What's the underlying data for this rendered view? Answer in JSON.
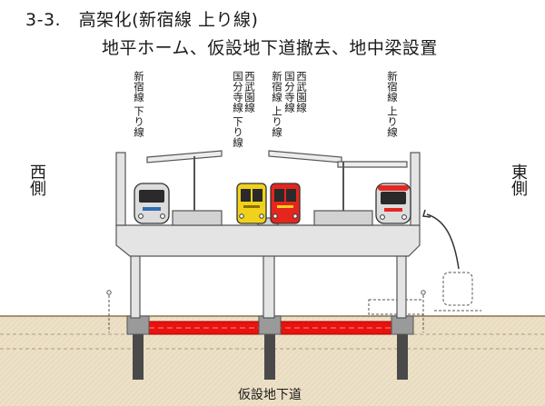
{
  "title": {
    "line1": "3-3.　高架化(新宿線 上り線)",
    "line2": "地平ホーム、仮設地下道撤去、地中梁設置"
  },
  "side_labels": {
    "west": "西側",
    "east": "東側"
  },
  "track_labels": {
    "shinjuku_down": "新宿線 下り線",
    "kokubunji_down": "国分寺線 下り線",
    "seibuen_down": "西武園線",
    "shinjuku_up": "新宿線 上り線",
    "kokubunji_up": "国分寺線",
    "seibuen_up": "西武園線",
    "shinjuku_up_east": "新宿線 上り線"
  },
  "bottom_label": "仮設地下道",
  "colors": {
    "structure_fill": "#e4e4e4",
    "structure_stroke": "#555555",
    "ground": "#e8d8bc",
    "ground_line": "#b89f74",
    "beam": "#e8120e",
    "pile": "#4a4a4a",
    "train_silver": "#dcdcdc",
    "train_yellow": "#f0d21c",
    "train_red": "#e5261e",
    "arrow": "#333333"
  },
  "icons": {
    "train": "train-front-icon",
    "arrow": "curved-arrow-icon"
  }
}
